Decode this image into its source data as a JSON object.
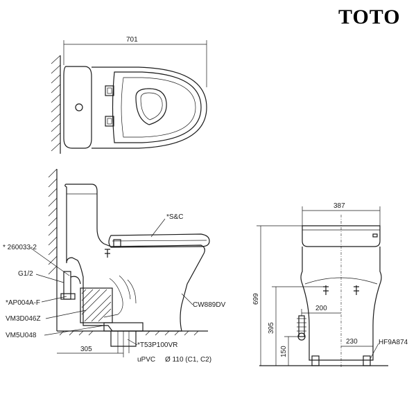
{
  "brand": "TOTO",
  "top_view": {
    "width_dim": "701"
  },
  "side_view": {
    "labels": {
      "seat": "*S&C",
      "hose": "* 260033-2",
      "g12": "G1/2",
      "valve": "*AP004A-F",
      "flange1": "VM3D046Z",
      "flange2": "VM5U048",
      "bowl": "CW889DV",
      "pipe": "*T53P100VR",
      "upvc": "uPVC",
      "diameter": "Ø 110 (C1, C2)"
    },
    "dims": {
      "rough_in": "305"
    }
  },
  "front_view": {
    "labels": {
      "bolt": "HF9A874"
    },
    "dims": {
      "width": "387",
      "height": "699",
      "inlet_height": "395",
      "inlet_offset": "200",
      "inlet_low": "150",
      "inlet_side": "230"
    }
  }
}
